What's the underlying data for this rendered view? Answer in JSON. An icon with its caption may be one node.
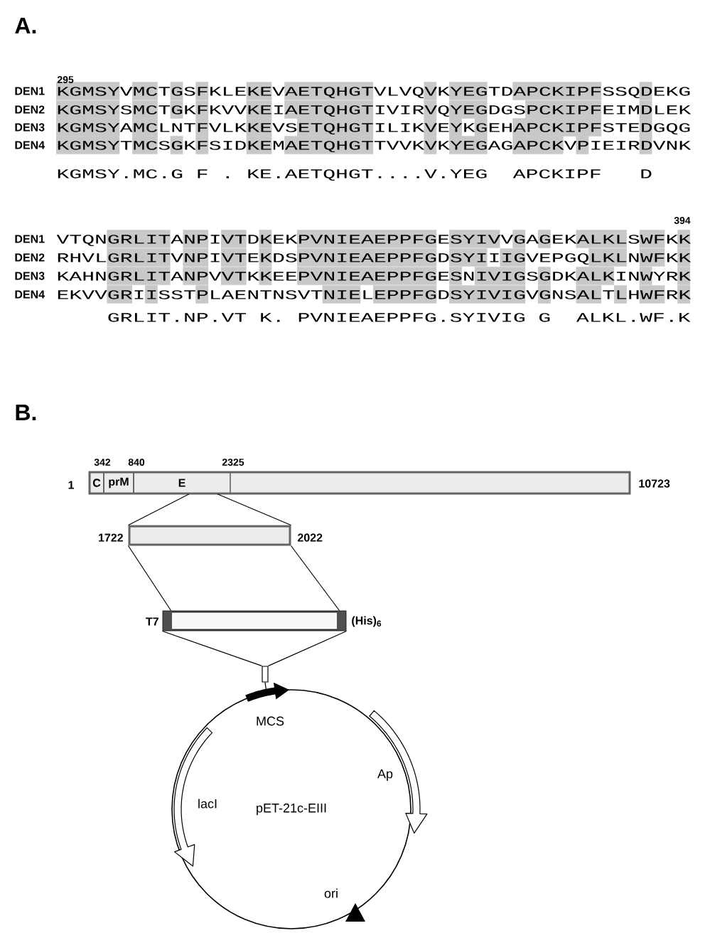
{
  "diagram": {
    "nodes": [
      {
        "text": [],
        "shape": "bar",
        "beside": [
          "1",
          "10723"
        ]
      },
      {
        "text": [
          "C"
        ],
        "in": 0
      },
      {
        "text": [
          "prM"
        ],
        "in": 0
      },
      {
        "text": [
          "E"
        ],
        "in": 0
      },
      {
        "text": [],
        "shape": "bar",
        "beside": [
          "1722",
          "2022"
        ]
      },
      {
        "text": [],
        "shape": "bar",
        "beside": [
          "T7",
          "(His)$_{6}$"
        ]
      },
      {
        "text": [],
        "shape": "box"
      },
      {
        "text": [
          "pET-21c-EIII"
        ]
      }
    ],
    "edges": [
      {
        "from": 3,
        "to": 4,
        "arrow": "none"
      },
      {
        "from": 3,
        "to": 4,
        "arrow": "none"
      },
      {
        "from": 4,
        "to": 5,
        "arrow": "none"
      },
      {
        "from": 4,
        "to": 5,
        "arrow": "none"
      },
      {
        "from": 5,
        "to": 6,
        "arrow": "none"
      },
      {
        "from": 5,
        "to": 6,
        "arrow": "none"
      },
      {
        "from": 6,
        "to": 7,
        "arrow": "none"
      }
    ],
    "labels": [
      "A.",
      "295",
      "DEN1",
      "KGMSYVMCTGSFKLEKEVAETQHGTVLVQVKYEGTDAPCKIPFSSQDEKG",
      "DEN2",
      "KGMSYSMCTGKFKVVKEIAETQHGTIVIRVQYEGDGSPCKIPFEIMDLEK",
      "DEN3",
      "KGMSYAMCLNTFVLKKEVSETQHGTILIKVEYKGEHAPCKIPFSTEDGQG",
      "DEN4",
      "KGMSYTMCSGKFSIDKEMAETQHGTTVVKVKYEGAGAPCKVPIEIRDVNK",
      "KGMSY.MC.G",
      "F",
      ".",
      "KE.AETQHGT....V.YEG",
      "APCKIPF",
      "D",
      "394",
      "DEN1",
      "VTQNGRLITANPIVTDKEKPVNIEAEPPFGESYIVVGAGEKALKLSWFKK",
      "DEN2",
      "RHVLGRLITVNPIVTEKDSPVNIEAEPPFGDSYIIIGVEPGQLKLNWFKK",
      "DEN3",
      "KAHNGRLITANPVVTKKEEPVNIEAEPPFGESNIVIGSGDKALKINWYRK",
      "DEN4",
      "EKVVGRIISSTPLAENTNSVTNIELEPPFGDSYIVIGVGNSALTLHWFRK",
      "GRLIT.NP.VT",
      "K.",
      "PVNIEAEPPFG.SYIVIG",
      "G",
      "ALKL.WF.K",
      "B.",
      "342",
      "840",
      "2325",
      "MCS",
      "Ap",
      "lacI",
      "ori"
    ]
  }
}
